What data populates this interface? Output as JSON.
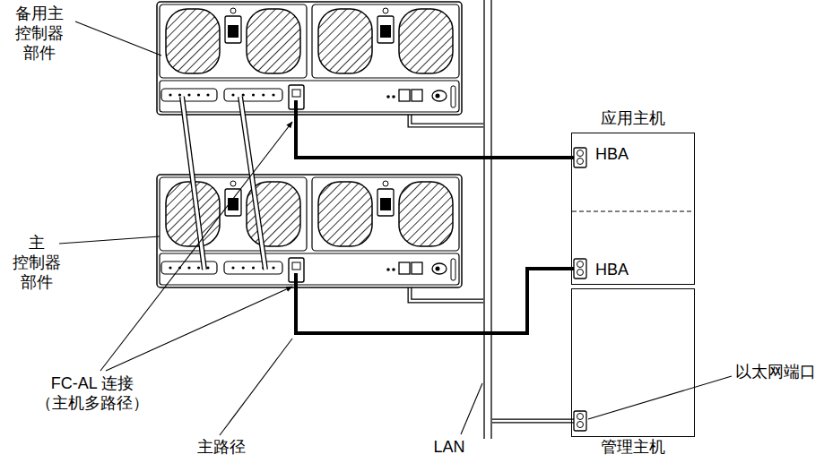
{
  "diagram": {
    "nodes": [
      {
        "text": [
          "应用主机",
          "HBA",
          "HBA"
        ]
      },
      {
        "text": [
          "管理主机"
        ]
      }
    ],
    "labels": [
      "备用主 控制器 部件",
      "主 控制器 部件",
      "FC-AL 连接 （主机多路径）",
      "主路径",
      "LAN",
      "以太网端口"
    ]
  }
}
